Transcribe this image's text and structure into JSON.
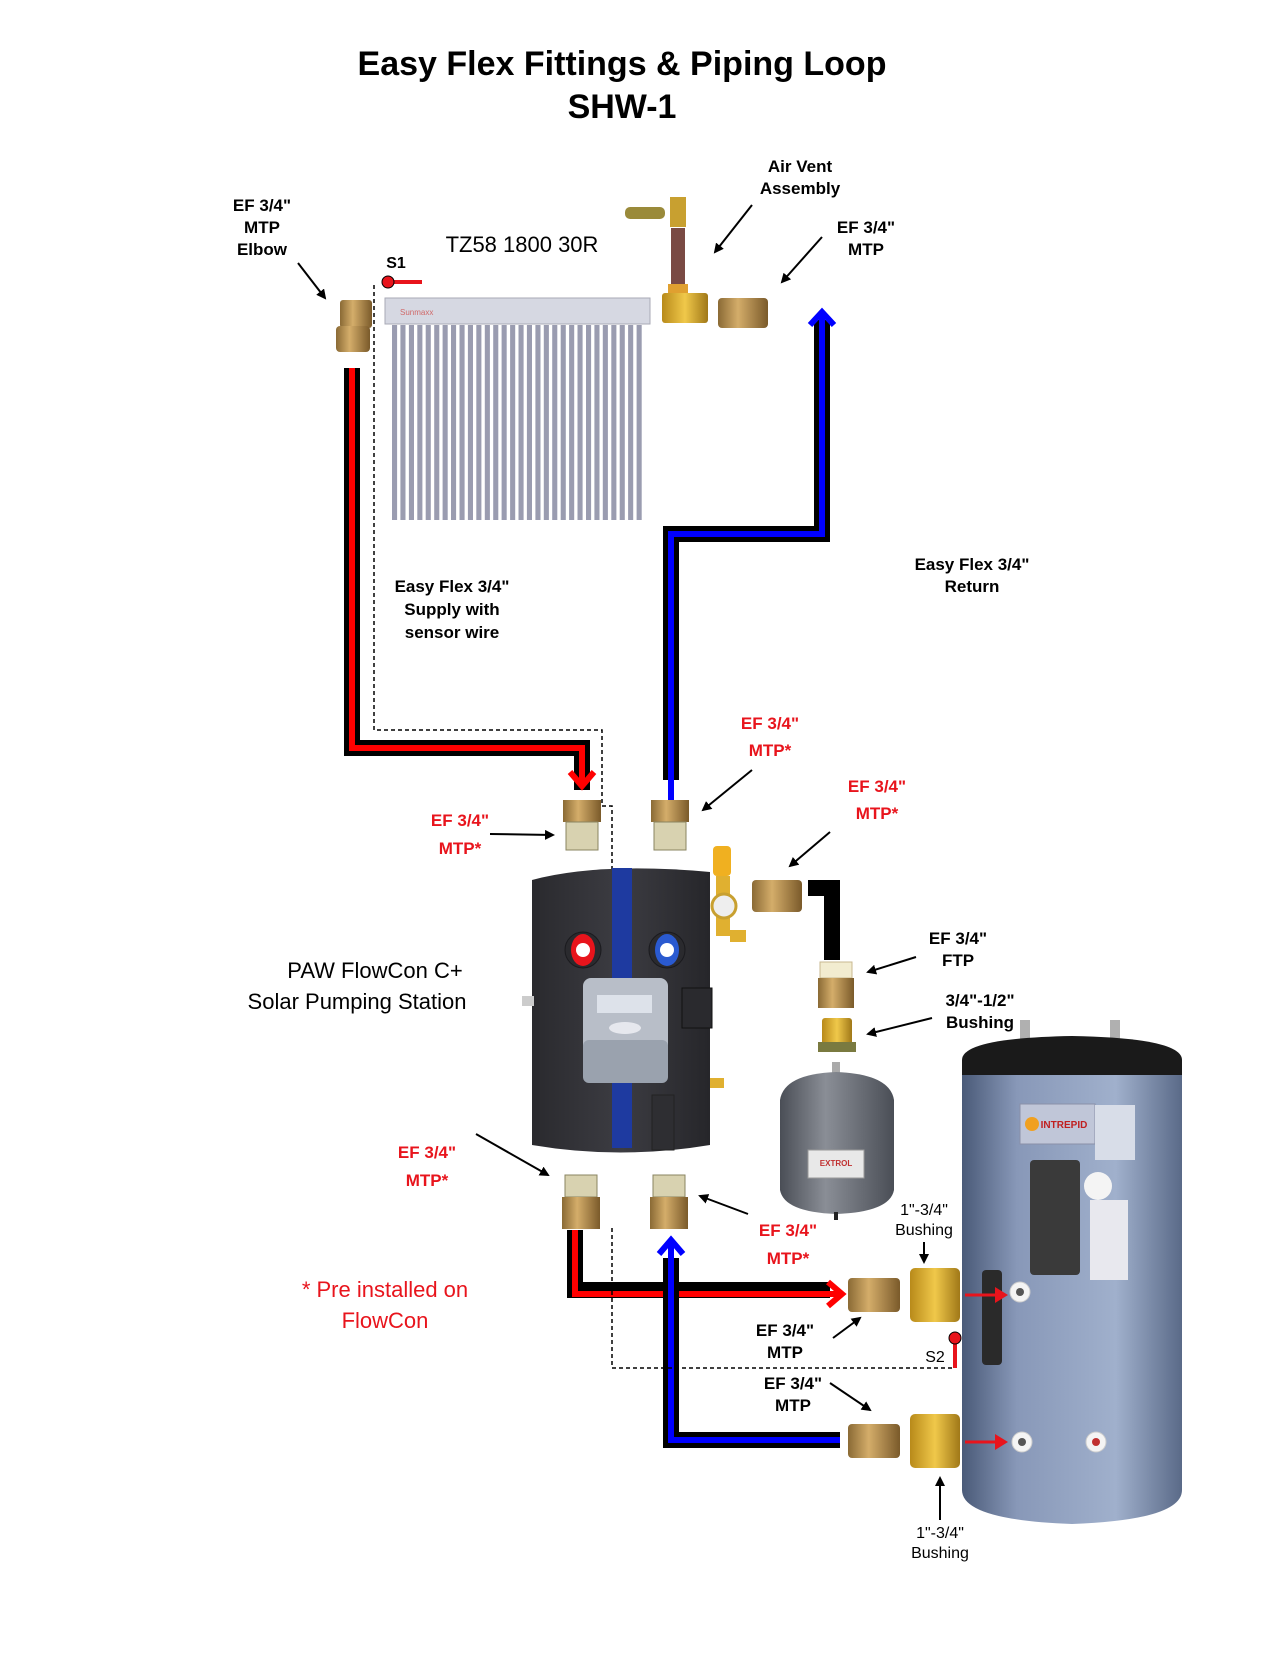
{
  "title": {
    "line1": "Easy Flex Fittings & Piping Loop",
    "line2": "SHW-1"
  },
  "colors": {
    "supply": "#ff0000",
    "return": "#0000ff",
    "insulation": "#000000",
    "label_red": "#e8141c",
    "brass": "#b8904a"
  },
  "components": {
    "collector": {
      "label": "TZ58 1800 30R"
    },
    "pump_station": {
      "line1": "PAW FlowCon C+",
      "line2": "Solar Pumping  Station"
    },
    "sensor_s1": {
      "label": "S1"
    },
    "sensor_s2": {
      "label": "S2"
    }
  },
  "labels": {
    "elbow": {
      "line1": "EF 3/4\"",
      "line2": "MTP",
      "line3": "Elbow"
    },
    "air_vent": {
      "line1": "Air Vent",
      "line2": "Assembly"
    },
    "collector_mtp": {
      "line1": "EF 3/4\"",
      "line2": "MTP"
    },
    "supply_pipe": {
      "line1": "Easy Flex  3/4\"",
      "line2": "Supply with",
      "line3": "sensor wire"
    },
    "return_pipe": {
      "line1": "Easy Flex 3/4\"",
      "line2": "Return"
    },
    "station_top_left": {
      "line1": "EF 3/4\"",
      "line2": "MTP*"
    },
    "station_top_right": {
      "line1": "EF 3/4\"",
      "line2": "MTP*"
    },
    "station_side": {
      "line1": "EF 3/4\"",
      "line2": "MTP*"
    },
    "expansion_ftp": {
      "line1": "EF 3/4\"",
      "line2": "FTP"
    },
    "expansion_bushing": {
      "line1": "3/4\"-1/2\"",
      "line2": "Bushing"
    },
    "station_bottom_left": {
      "line1": "EF 3/4\"",
      "line2": "MTP*"
    },
    "station_bottom_right": {
      "line1": "EF 3/4\"",
      "line2": "MTP*"
    },
    "tank_upper_bushing": {
      "line1": "1\"-3/4\"",
      "line2": "Bushing"
    },
    "tank_upper_mtp": {
      "line1": "EF 3/4\"",
      "line2": "MTP"
    },
    "tank_lower_mtp": {
      "line1": "EF 3/4\"",
      "line2": "MTP"
    },
    "tank_lower_bushing": {
      "line1": "1\"-3/4\"",
      "line2": "Bushing"
    }
  },
  "footnote": {
    "line1": "* Pre installed on",
    "line2": "FlowCon"
  }
}
